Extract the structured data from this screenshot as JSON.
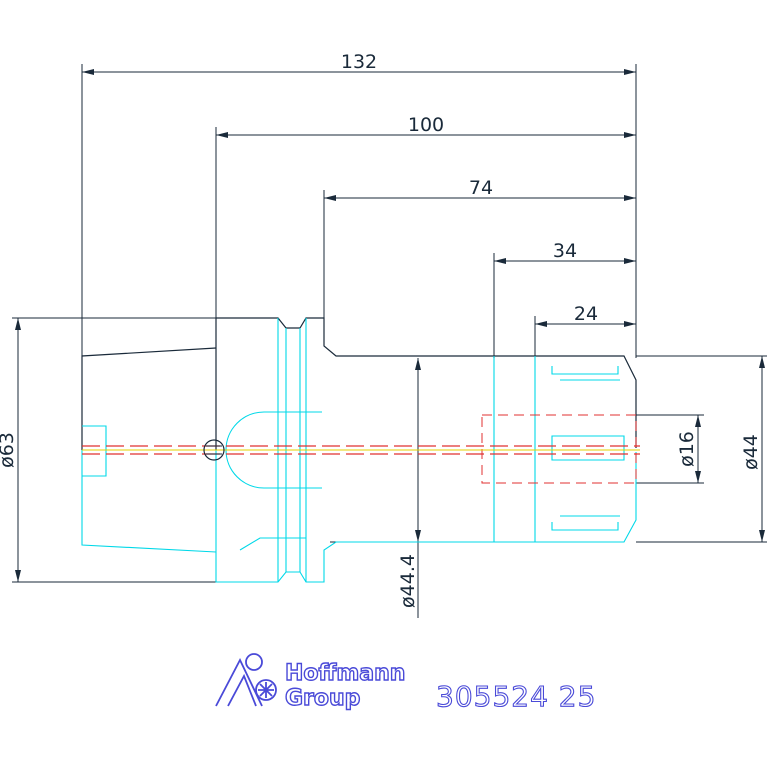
{
  "dimensions": {
    "overall_length": "132",
    "length_100": "100",
    "length_74": "74",
    "length_34": "34",
    "length_24": "24",
    "diameter_63": "ø63",
    "diameter_44_4": "ø44.4",
    "diameter_16": "ø16",
    "diameter_44": "ø44"
  },
  "logo": {
    "line1": "Hoffmann",
    "line2": "Group"
  },
  "part_number": "305524 25",
  "colors": {
    "outline": "#1a2a3a",
    "cyan": "#00d8e8",
    "centerline_red": "#e03030",
    "dim_line": "#1a2a3a",
    "logo_blue": "#4a4ad8"
  }
}
